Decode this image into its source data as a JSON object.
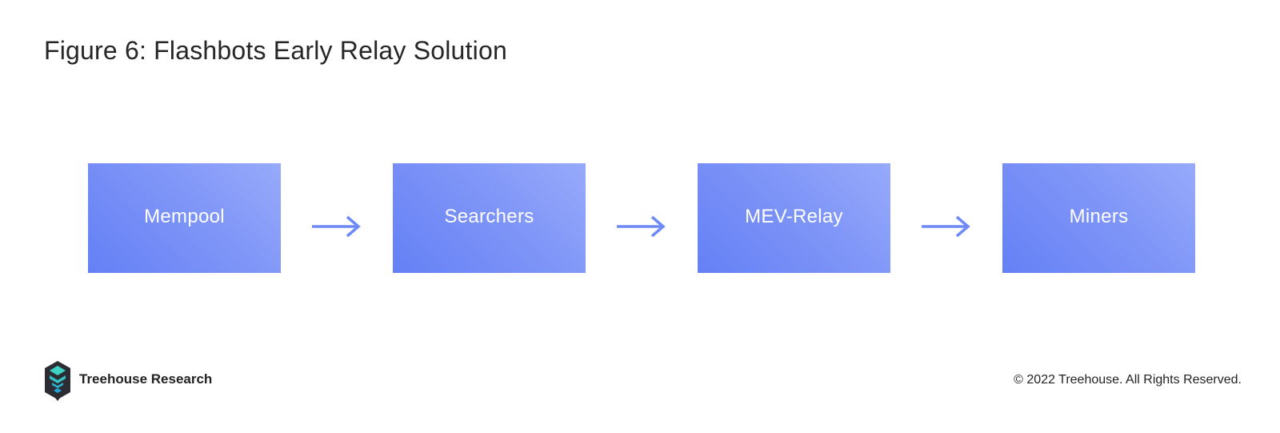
{
  "figure": {
    "title": "Figure 6: Flashbots Early Relay Solution"
  },
  "diagram": {
    "nodes": [
      {
        "label": "Mempool"
      },
      {
        "label": "Searchers"
      },
      {
        "label": "MEV-Relay"
      },
      {
        "label": "Miners"
      }
    ],
    "edges": [
      {
        "from": "Mempool",
        "to": "Searchers"
      },
      {
        "from": "Searchers",
        "to": "MEV-Relay"
      },
      {
        "from": "MEV-Relay",
        "to": "Miners"
      }
    ],
    "colors": {
      "node_start": "#6480f5",
      "node_end": "#97aafa",
      "node_text": "#ffffff",
      "arrow": "#6f8af5"
    }
  },
  "footer": {
    "brand_name": "Treehouse Research",
    "copyright": "© 2022 Treehouse. All Rights Reserved."
  },
  "icons": {
    "brand_logo": "treehouse-logo-icon",
    "arrow": "arrow-right-icon"
  }
}
